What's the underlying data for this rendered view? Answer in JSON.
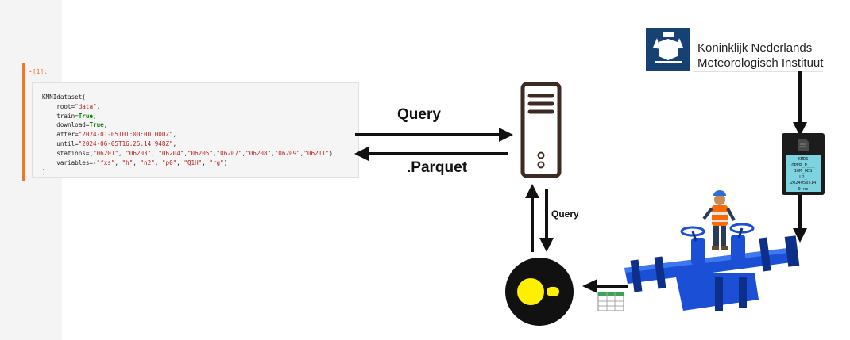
{
  "notebook": {
    "prompt": "[1]:",
    "code_lines": [
      "KMNIdataset(",
      "    root=\"data\",",
      "    train=True,",
      "    download=True,",
      "    after=\"2024-01-05T01:00:00.000Z\",",
      "    until=\"2024-06-05T16:25:14.948Z\",",
      "    stations=(\"06201\", \"06203\", \"06204\",\"06205\",\"06207\",\"06208\",\"06209\",\"06211\")",
      "    variables=(\"fxs\", \"h\", \"n2\", \"p0\", \"Q1H\", \"rg\")",
      ")"
    ]
  },
  "labels": {
    "query_top": "Query",
    "parquet": ".Parquet",
    "query_side": "Query"
  },
  "knmi": {
    "line1": "Koninklijk Nederlands",
    "line2": "Meteorologisch Instituut"
  },
  "file": {
    "lines": [
      "KMDS",
      "OPER_P___",
      "10M_OBS",
      "L2_",
      "2024050514",
      "0.nc"
    ]
  },
  "icons": {
    "server": "server-icon",
    "duckdb": "duckdb-logo-icon",
    "table": "table-icon",
    "file": "file-icon",
    "crest": "knmi-crest-icon",
    "worker": "worker-on-pipeline-illustration"
  },
  "colors": {
    "server": "#3d2b23",
    "duckdb_bg": "#111111",
    "duckdb_dot": "#fff000",
    "file_label": "#7ed3e0",
    "pipe": "#1b4fd6",
    "knmi_blue": "#154273",
    "notebook_accent": "#f37626",
    "table_green": "#3aa655"
  }
}
